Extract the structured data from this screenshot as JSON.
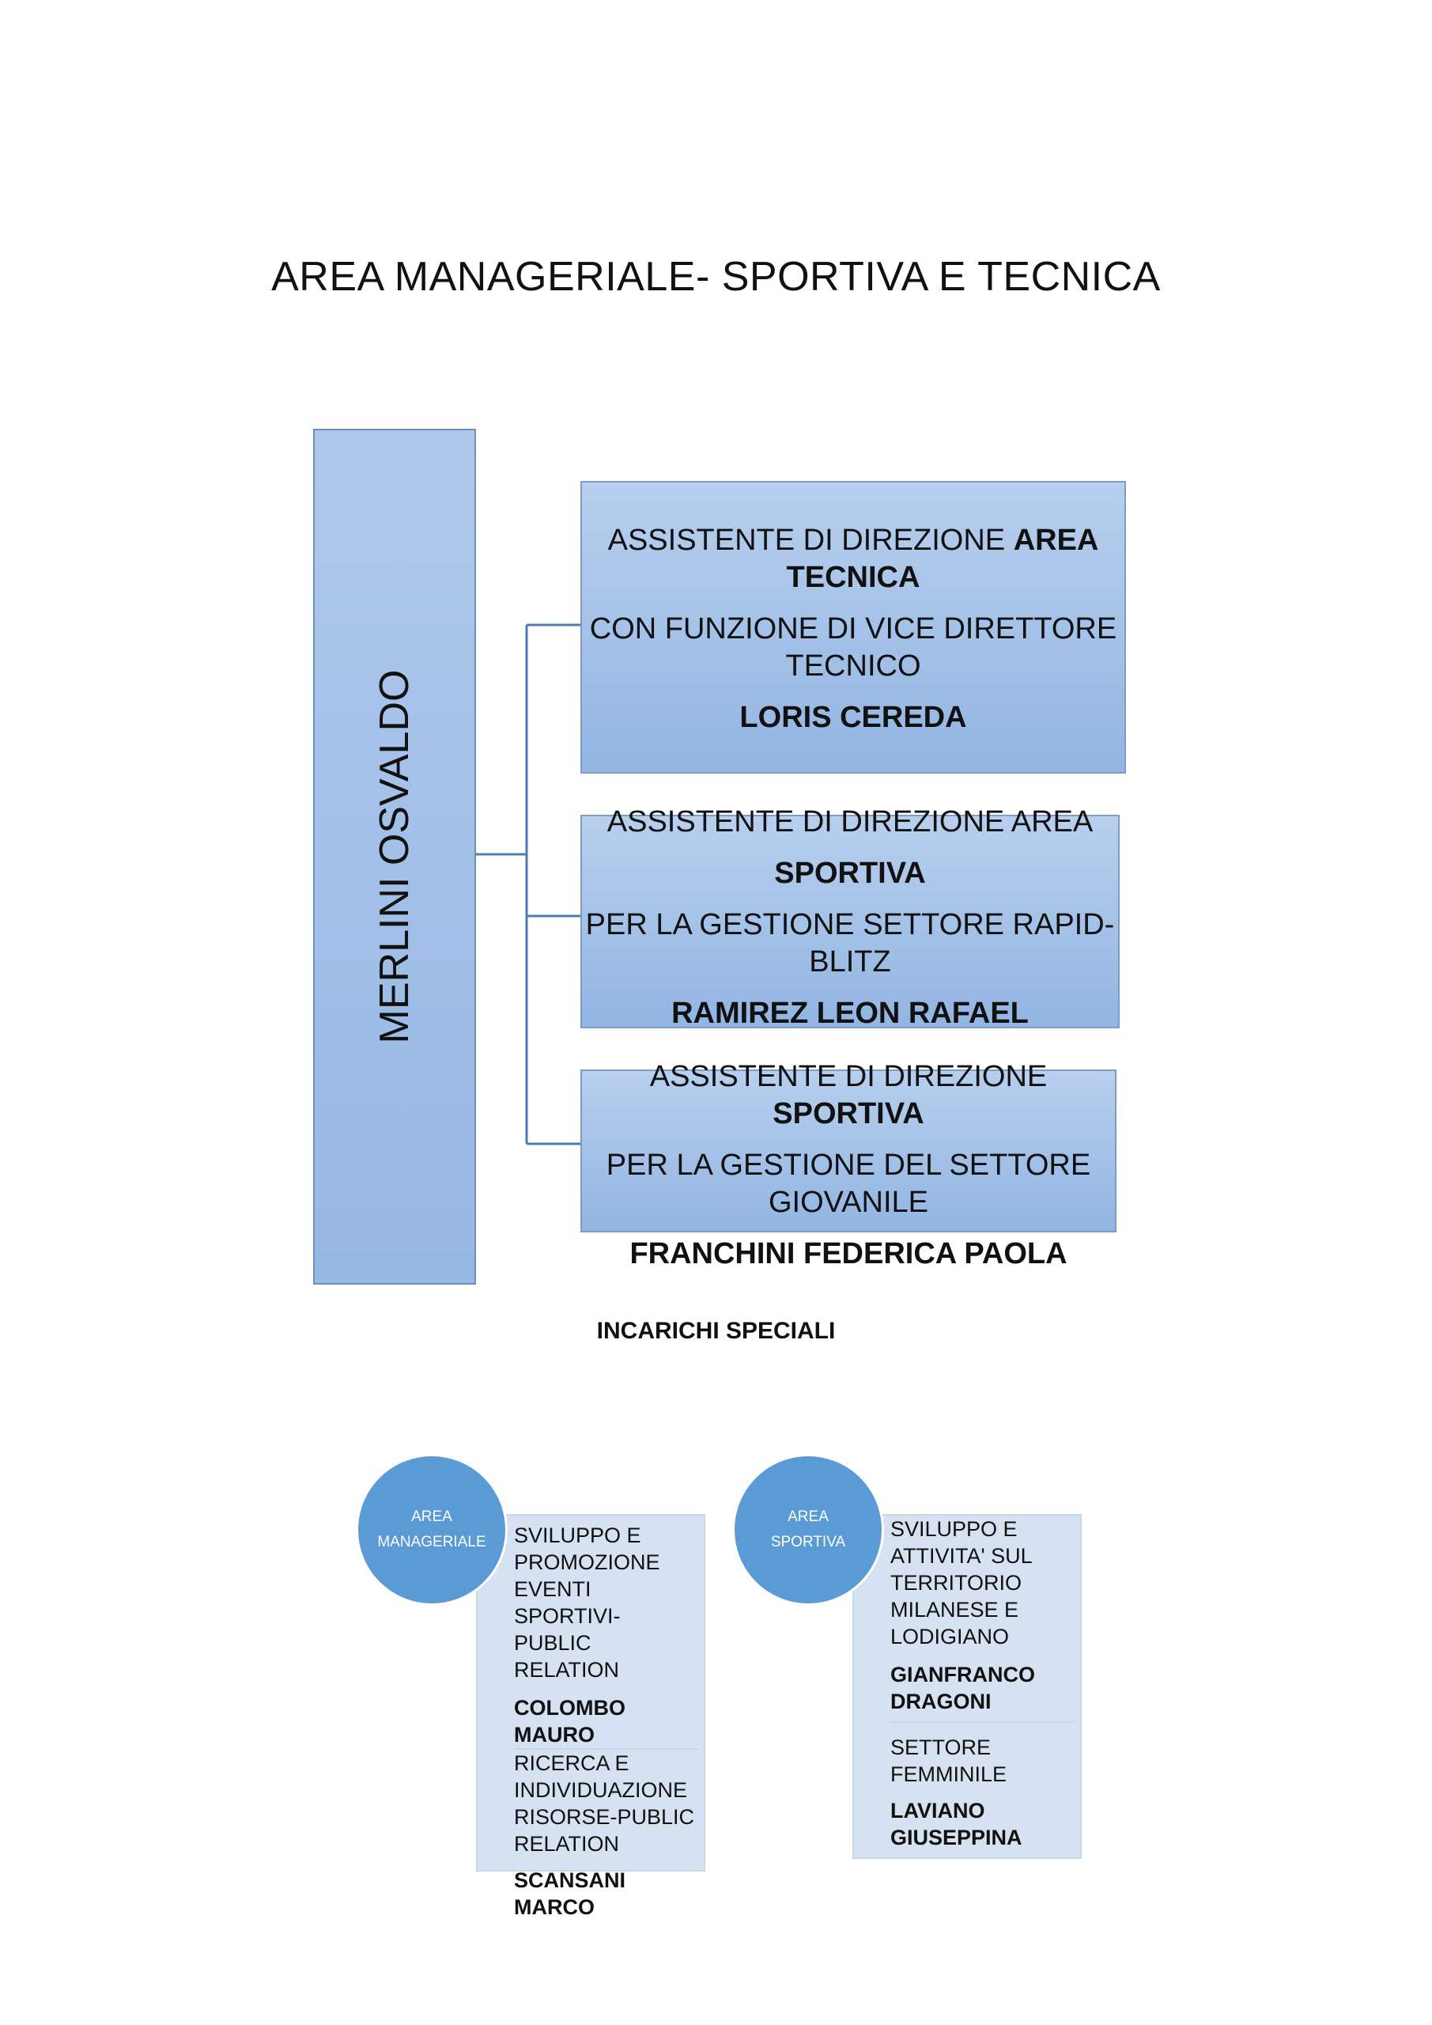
{
  "page": {
    "title": "AREA MANAGERIALE- SPORTIVA E TECNICA"
  },
  "head": {
    "name": "MERLINI OSVALDO"
  },
  "roles": [
    {
      "line1a": "ASSISTENTE DI DIREZIONE ",
      "line1b": "AREA TECNICA",
      "line2": "CON FUNZIONE DI VICE DIRETTORE TECNICO",
      "person": "LORIS CEREDA"
    },
    {
      "line1a": "ASSISTENTE DI DIREZIONE AREA",
      "line1b": "SPORTIVA",
      "line2": "PER LA GESTIONE SETTORE RAPID-BLITZ",
      "person": "RAMIREZ LEON RAFAEL"
    },
    {
      "line1a": "ASSISTENTE DI DIREZIONE ",
      "line1b": "SPORTIVA",
      "line2": "PER LA GESTIONE DEL SETTORE GIOVANILE",
      "person": "FRANCHINI FEDERICA PAOLA"
    }
  ],
  "special": {
    "title": "INCARICHI SPECIALI",
    "groups": [
      {
        "circle_line1": "AREA",
        "circle_line2": "MANAGERIALE",
        "items": [
          {
            "role": "SVILUPPO E PROMOZIONE EVENTI SPORTIVI-PUBLIC RELATION",
            "person": "COLOMBO MAURO"
          },
          {
            "role": "RICERCA E INDIVIDUAZIONE RISORSE-PUBLIC RELATION",
            "person": "SCANSANI MARCO"
          }
        ]
      },
      {
        "circle_line1": "AREA",
        "circle_line2": "SPORTIVA",
        "items": [
          {
            "role": "SVILUPPO E ATTIVITA' SUL TERRITORIO MILANESE E LODIGIANO",
            "person": "GIANFRANCO DRAGONI"
          },
          {
            "role": "SETTORE FEMMINILE",
            "person": "LAVIANO GIUSEPPINA"
          }
        ]
      }
    ]
  },
  "colors": {
    "box_fill": "#a7c3ea",
    "connector": "#4a7fb5",
    "circle": "#5b9bd5",
    "panel": "#d6e1f1"
  }
}
